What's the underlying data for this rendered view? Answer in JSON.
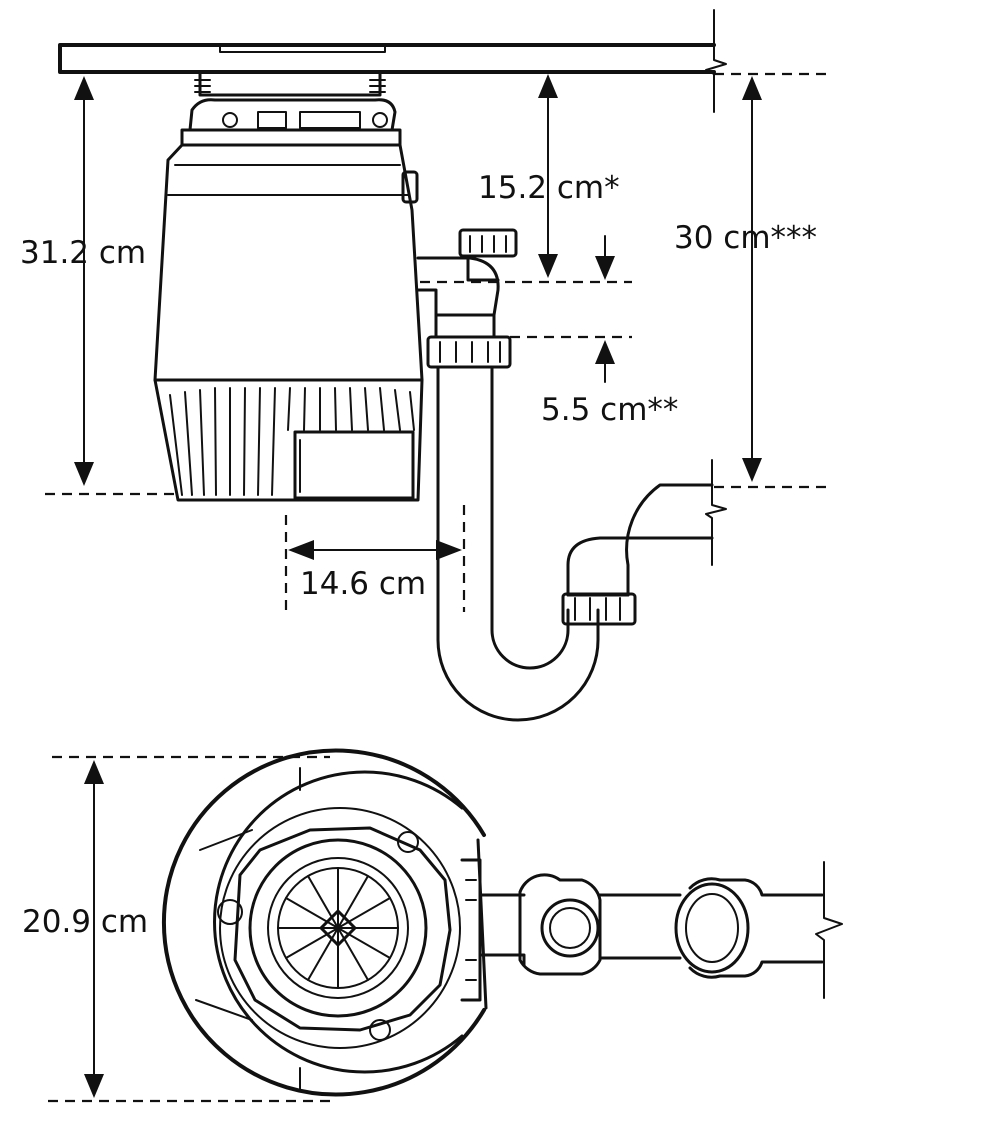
{
  "diagram": {
    "labels": {
      "height_total": "31.2 cm",
      "drain_height": "15.2 cm*",
      "pipe_height": "30 cm***",
      "pipe_offset": "5.5 cm**",
      "horizontal_offset": "14.6 cm",
      "diameter": "20.9 cm"
    },
    "colors": {
      "line": "#111111",
      "background": "#ffffff"
    }
  }
}
